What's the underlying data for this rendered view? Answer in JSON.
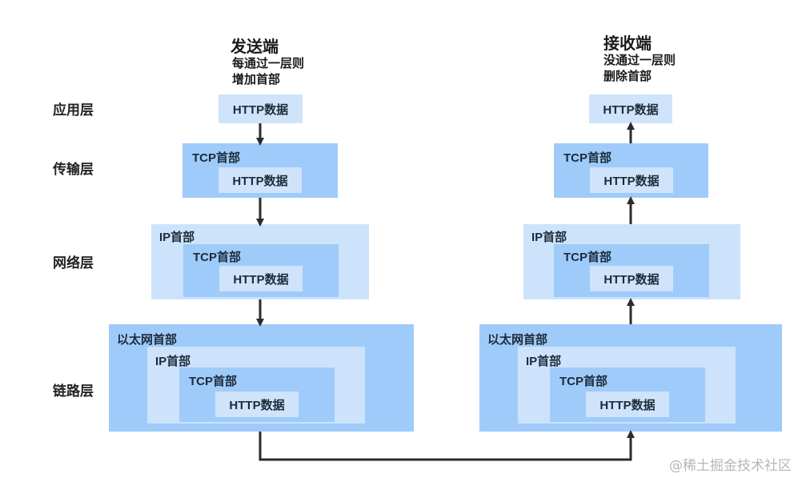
{
  "sender": {
    "title": "发送端",
    "subtitle_line1": "每通过一层则",
    "subtitle_line2": "增加首部"
  },
  "receiver": {
    "title": "接收端",
    "subtitle_line1": "没通过一层则",
    "subtitle_line2": "删除首部"
  },
  "layers": {
    "application": "应用层",
    "transport": "传输层",
    "network": "网络层",
    "link": "链路层"
  },
  "packet": {
    "http": "HTTP数据",
    "tcp": "TCP首部",
    "ip": "IP首部",
    "ethernet": "以太网首部"
  },
  "watermark": "@稀土掘金技术社区",
  "colors": {
    "http_fill": "#cfe3fb",
    "tcp_fill": "#9fcbfa",
    "ip_fill": "#cce3fb",
    "ethernet_fill": "#9fcbfa",
    "arrow": "#2b2b2b"
  }
}
